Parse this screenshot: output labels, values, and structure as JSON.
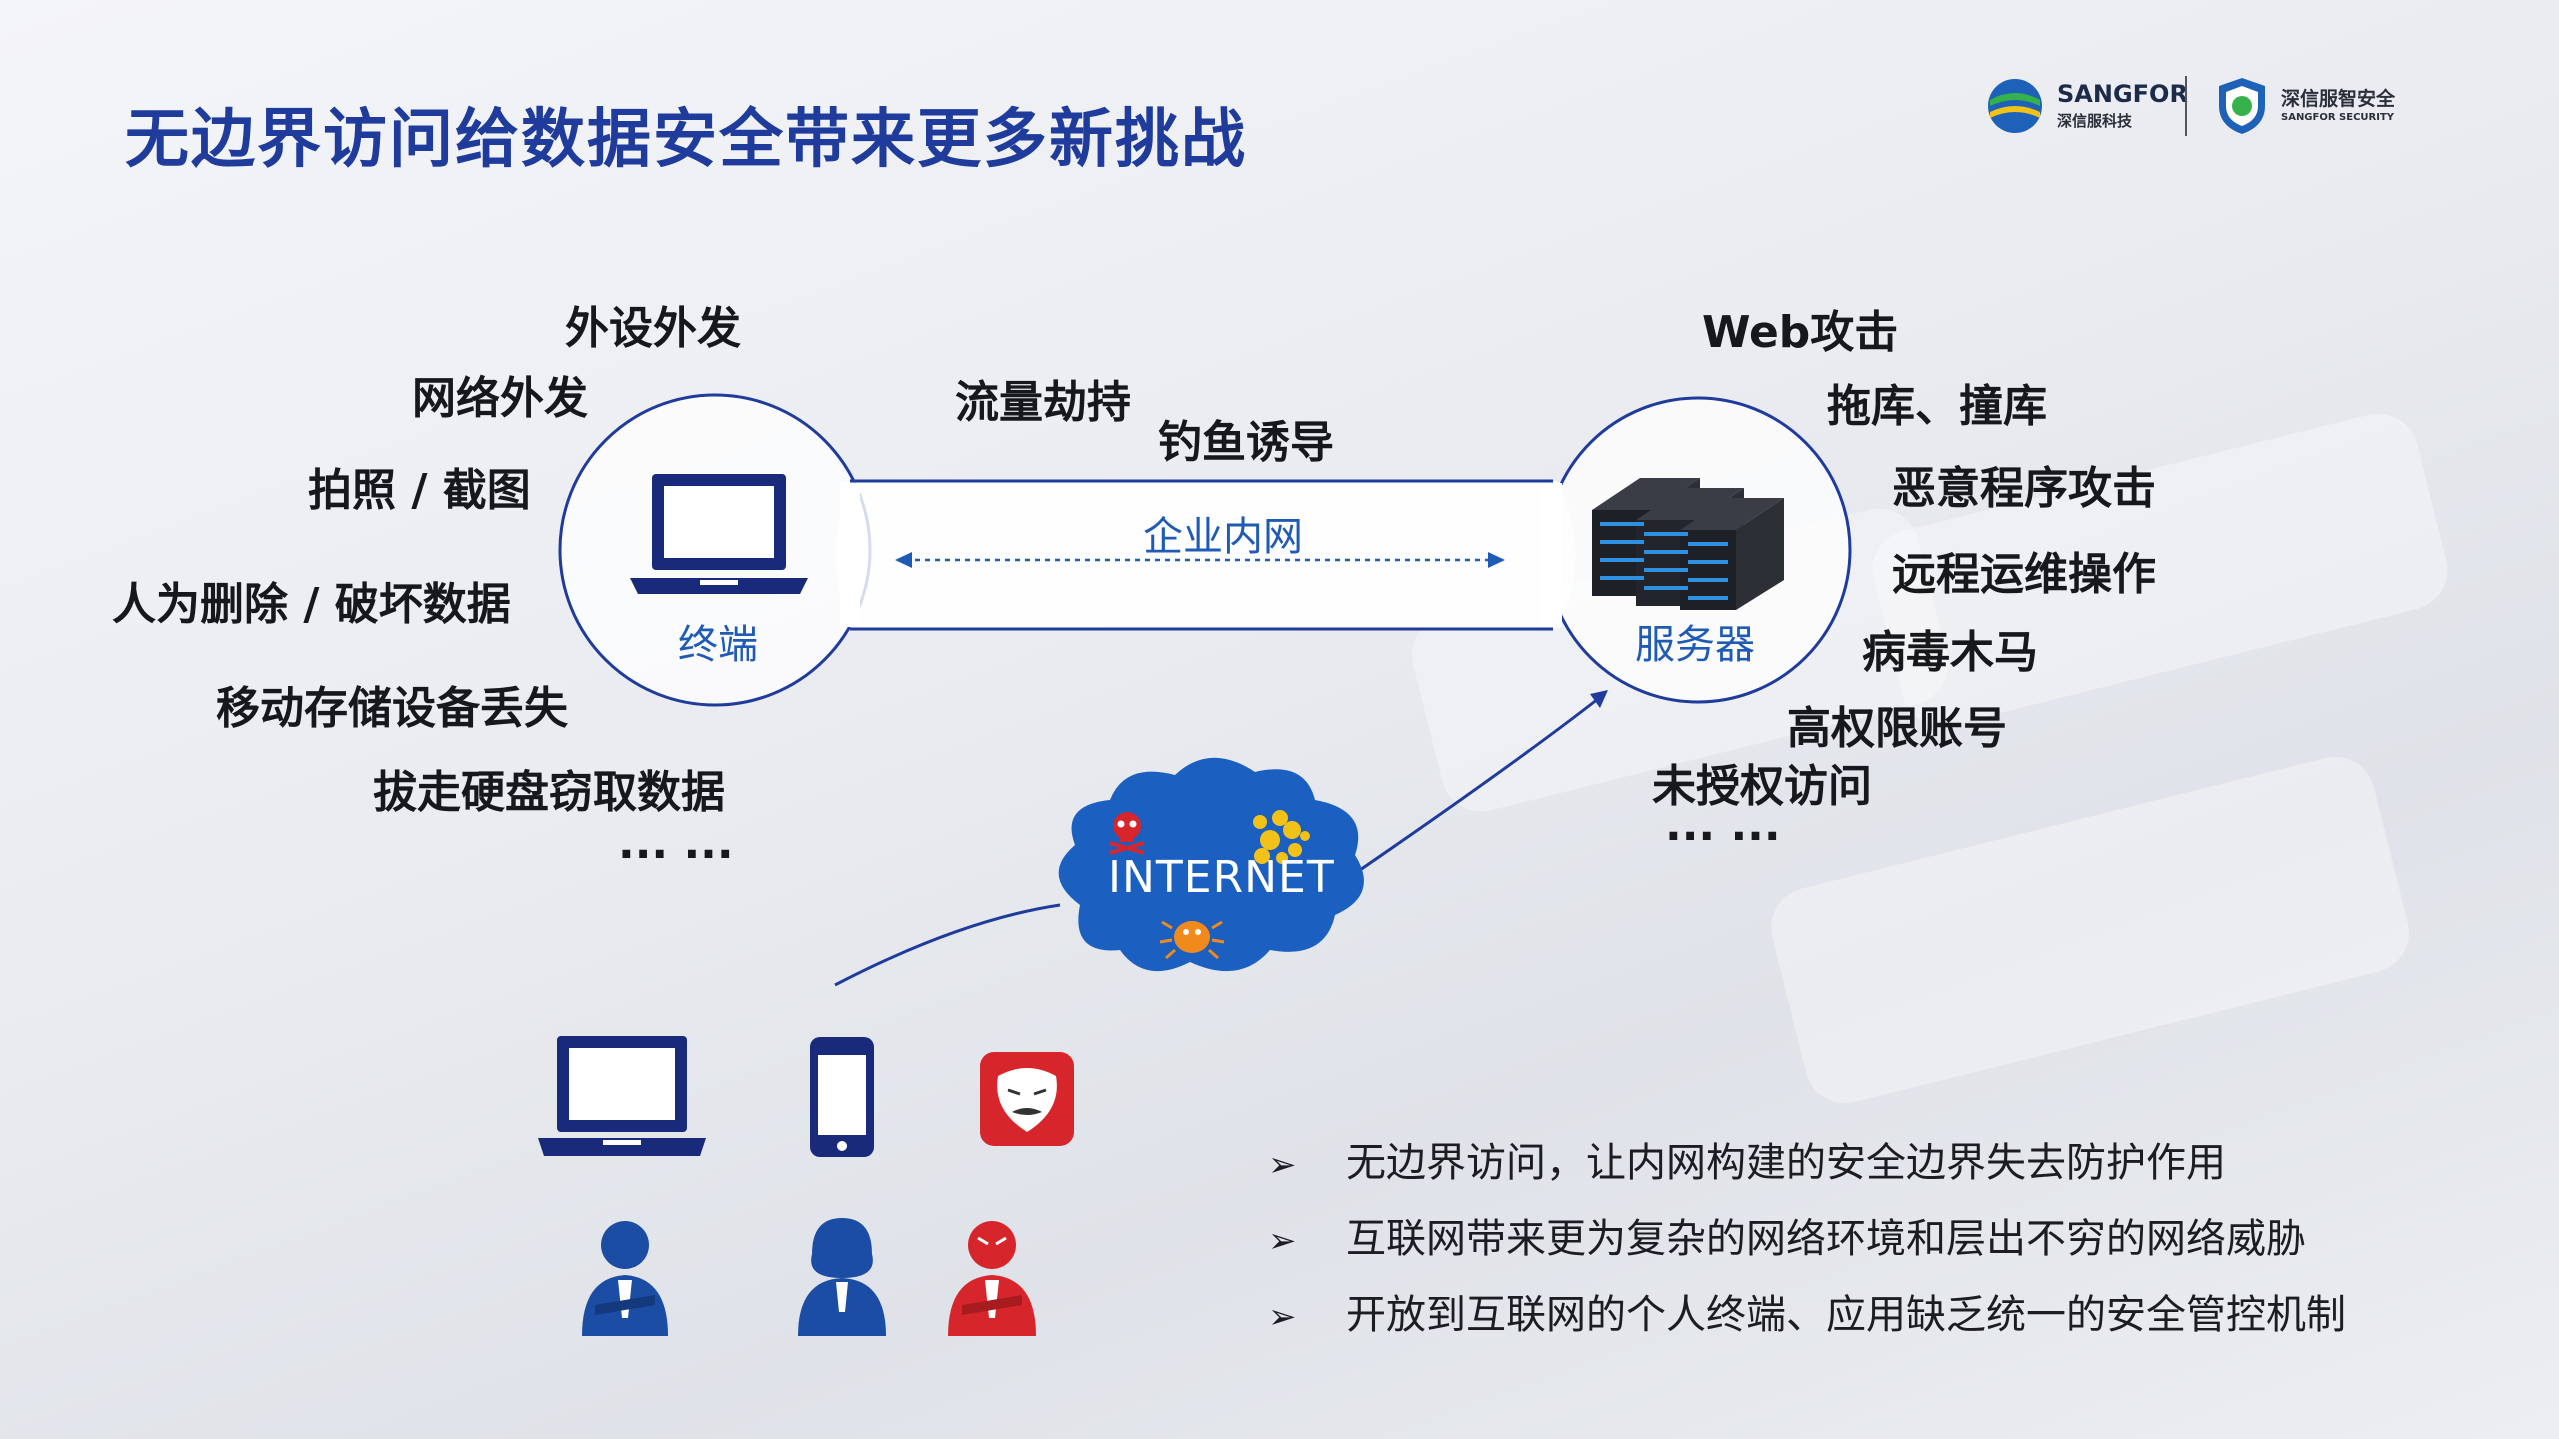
{
  "title": "无边界访问给数据安全带来更多新挑战",
  "logos": {
    "sangfor_en": "SANGFOR",
    "sangfor_cn": "深信服科技",
    "security_cn": "深信服智安全",
    "security_en": "SANGFOR SECURITY"
  },
  "terminal": {
    "label": "终端",
    "icon": "laptop-icon",
    "threats": [
      "外设外发",
      "网络外发",
      "拍照 / 截图",
      "人为删除 / 破坏数据",
      "移动存储设备丢失",
      "拔走硬盘窃取数据",
      "... ..."
    ]
  },
  "network": {
    "label": "企业内网",
    "threats": [
      "流量劫持",
      "钓鱼诱导"
    ]
  },
  "server": {
    "label": "服务器",
    "icon": "server-rack-icon",
    "threats": [
      "Web攻击",
      "拖库、撞库",
      "恶意程序攻击",
      "远程运维操作",
      "病毒木马",
      "高权限账号",
      "未授权访问",
      "... ..."
    ]
  },
  "internet": {
    "label": "INTERNET",
    "icons": [
      "skull-icon",
      "virus-icon",
      "bug-icon"
    ]
  },
  "external": {
    "devices": [
      "laptop-icon",
      "phone-icon",
      "anonymous-mask-icon"
    ],
    "people": [
      "businessman-icon",
      "businesswoman-icon",
      "hacker-icon"
    ]
  },
  "bullets": [
    "无边界访问，让内网构建的安全边界失去防护作用",
    "互联网带来更为复杂的网络环境和层出不穷的网络威胁",
    "开放到互联网的个人终端、应用缺乏统一的安全管控机制"
  ],
  "colors": {
    "title": "#1f3b9c",
    "accent_blue": "#1f5bb5",
    "navy_icon": "#1a2a7a",
    "threat_red": "#d6262b",
    "virus_yellow": "#f2c218",
    "bug_orange": "#f08a1c"
  }
}
